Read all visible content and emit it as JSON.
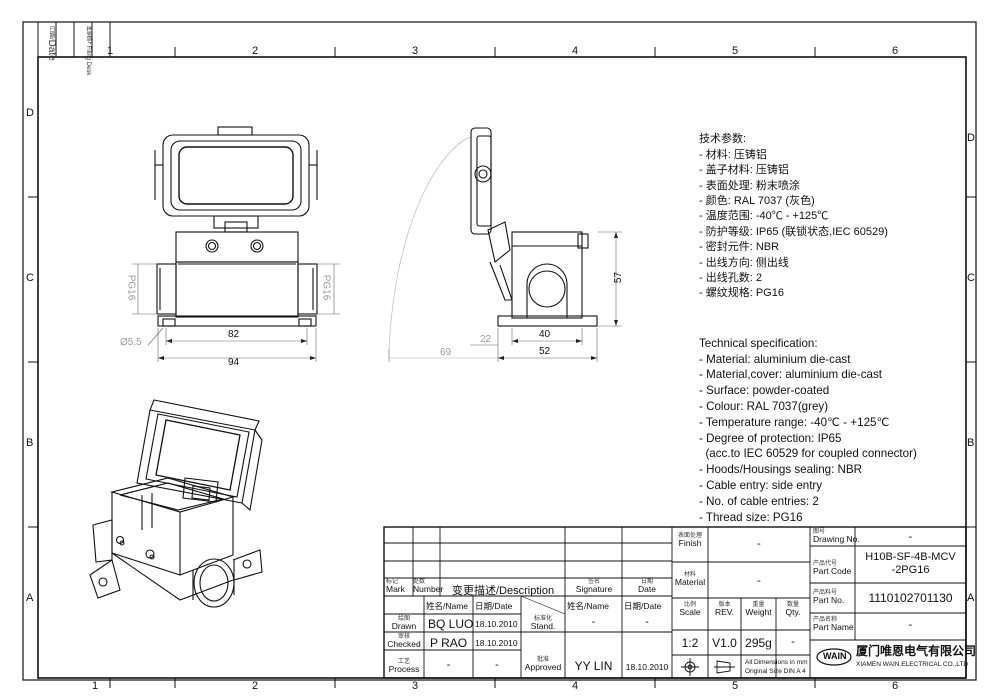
{
  "filing": {
    "date_label_cn": "日期",
    "date_label_en": "Date",
    "filing_cn": "档案号",
    "filing_en": "Filing Desk"
  },
  "zones": {
    "top": [
      "1",
      "2",
      "3",
      "4",
      "5",
      "6"
    ],
    "bottom": [
      "1",
      "2",
      "3",
      "4",
      "5",
      "6"
    ],
    "left": [
      "D",
      "C",
      "B",
      "A"
    ],
    "right": [
      "D",
      "C",
      "B",
      "A"
    ]
  },
  "dims": {
    "pg_left": "PG16",
    "pg_right": "PG16",
    "hole": "Ø5.5",
    "d82": "82",
    "d94": "94",
    "d22": "22",
    "d69": "69",
    "d40": "40",
    "d52": "52",
    "d57": "57"
  },
  "spec_cn": {
    "title": "技术参数:",
    "lines": [
      "- 材料: 压铸铝",
      "- 盖子材料: 压铸铝",
      "- 表面处理: 粉末喷涂",
      "- 颜色: RAL 7037 (灰色)",
      "- 温度范围: -40℃ - +125℃",
      "- 防护等级: IP65 (联锁状态,IEC 60529)",
      "- 密封元件: NBR",
      "- 出线方向: 侧出线",
      "- 出线孔数: 2",
      "- 螺纹规格: PG16"
    ]
  },
  "spec_en": {
    "title": "Technical specification:",
    "lines": [
      "- Material: aluminium die-cast",
      "- Material,cover: aluminium die-cast",
      "- Surface: powder-coated",
      "- Colour: RAL 7037(grey)",
      "- Temperature range: -40℃ - +125℃",
      "- Degree of protection: IP65",
      "  (acc.to IEC 60529 for coupled connector)",
      "- Hoods/Housings sealing: NBR",
      "- Cable entry: side entry",
      "- No. of cable entries: 2",
      "- Thread size: PG16"
    ]
  },
  "title_block": {
    "mark_cn": "标记",
    "mark_en": "Mark",
    "number_cn": "处数",
    "number_en": "Number",
    "desc_label": "变更描述/Description",
    "sig_cn": "签名",
    "sig_en": "Signature",
    "date_cn": "日期",
    "date_en": "Date",
    "name_hdr": "姓名/Name",
    "date_hdr": "日期/Date",
    "name_hdr2": "姓名/Name",
    "date_hdr2": "日期/Date",
    "drawn_cn": "绘图",
    "drawn_en": "Drawn",
    "drawn_name": "BQ LUO",
    "drawn_date": "18.10.2010",
    "checked_cn": "审核",
    "checked_en": "Checked",
    "checked_name": "P RAO",
    "checked_date": "18.10.2010",
    "process_cn": "工艺",
    "process_en": "Process",
    "process_name": "-",
    "process_date": "-",
    "stand_cn": "标准化",
    "stand_en": "Stand.",
    "stand_name": "-",
    "stand_date": "-",
    "approved_cn": "批准",
    "approved_en": "Approved",
    "approved_name": "YY LIN",
    "approved_date": "18.10.2010",
    "finish_cn": "表面处理",
    "finish_en": "Finish",
    "finish_val": "-",
    "material_cn": "材料",
    "material_en": "Material",
    "material_val": "-",
    "scale_cn": "比例",
    "scale_en": "Scale",
    "scale_val": "1:2",
    "rev_cn": "版本",
    "rev_en": "REV.",
    "rev_val": "V1.0",
    "weight_cn": "重量",
    "weight_en": "Weight",
    "weight_val": "295g",
    "qty_cn": "数量",
    "qty_en": "Qty.",
    "qty_val": "-",
    "dims_note1": "All Dimensions in mm",
    "dims_note2": "Original Size DIN A 4",
    "drawing_no_cn": "图号",
    "drawing_no_en": "Drawing No.",
    "drawing_no_val": "-",
    "part_code_cn": "产品代号",
    "part_code_en": "Part Code",
    "part_code_val1": "H10B-SF-4B-MCV",
    "part_code_val2": "-2PG16",
    "part_no_cn": "产品料号",
    "part_no_en": "Part No.",
    "part_no_val": "1110102701130",
    "part_name_cn": "产品名称",
    "part_name_en": "Part Name",
    "part_name_val": "-",
    "company_logo": "WAIN",
    "company_cn": "厦门唯恩电气有限公司",
    "company_en": "XIAMEN WAIN ELECTRICAL CO.,LTD"
  }
}
